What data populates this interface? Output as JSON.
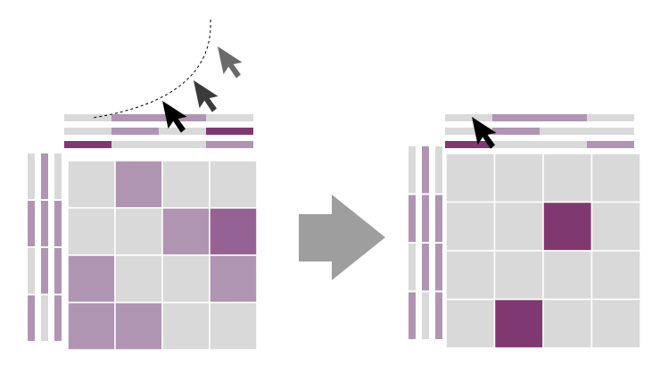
{
  "colors": {
    "background": "#ffffff",
    "empty_cell": "#d9d9d9",
    "grid_line": "#ffffff",
    "light_purple": "#b095b2",
    "medium_purple": "#946393",
    "dark_purple": "#803870",
    "arrow": "#9e9e9e",
    "cursor_black": "#000000",
    "cursor_dark_gray": "#3a3a3a",
    "cursor_gray": "#6a6a6a",
    "trail": "#000000"
  },
  "icons": {
    "cursor": "mouse-pointer-icon",
    "transition": "right-arrow-icon"
  },
  "before": {
    "column_bars": [
      [
        "empty",
        "light",
        "light",
        "empty"
      ],
      [
        "empty",
        "light",
        "empty",
        "dark"
      ],
      [
        "dark",
        "empty",
        "empty",
        "light"
      ]
    ],
    "row_bars": [
      [
        "empty",
        "light",
        "empty",
        "light"
      ],
      [
        "light",
        "light",
        "light",
        "empty"
      ],
      [
        "empty",
        "light",
        "light",
        "light"
      ]
    ],
    "matrix": [
      [
        "empty",
        "light",
        "empty",
        "empty"
      ],
      [
        "empty",
        "empty",
        "light",
        "medium"
      ],
      [
        "light",
        "empty",
        "empty",
        "light"
      ],
      [
        "light",
        "light",
        "empty",
        "empty"
      ]
    ],
    "cursors": [
      "cursor_gray",
      "cursor_dark_gray",
      "cursor_black"
    ]
  },
  "after": {
    "column_bars": [
      [
        "empty",
        "light",
        "light",
        "empty"
      ],
      [
        "empty",
        "light",
        "empty",
        "empty"
      ],
      [
        "dark",
        "empty",
        "empty",
        "light"
      ]
    ],
    "row_bars": [
      [
        "empty",
        "light",
        "empty",
        "light"
      ],
      [
        "light",
        "light",
        "light",
        "empty"
      ],
      [
        "empty",
        "light",
        "light",
        "light"
      ]
    ],
    "matrix": [
      [
        "empty",
        "empty",
        "empty",
        "empty"
      ],
      [
        "empty",
        "empty",
        "dark",
        "empty"
      ],
      [
        "empty",
        "empty",
        "empty",
        "empty"
      ],
      [
        "empty",
        "dark",
        "empty",
        "empty"
      ]
    ],
    "cursors": [
      "cursor_black"
    ]
  }
}
